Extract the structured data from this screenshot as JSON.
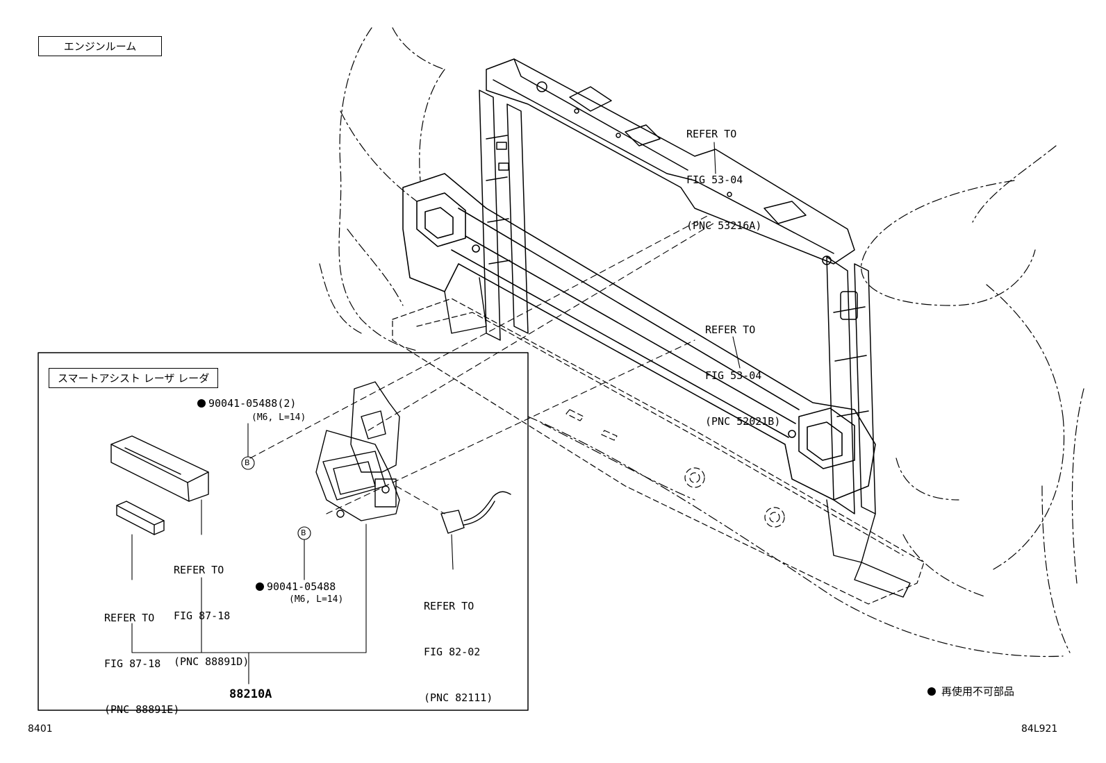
{
  "header": {
    "engine_room_label": "エンジンルーム"
  },
  "callouts": {
    "upper_support": [
      "REFER TO",
      "FIG 53-04",
      "(PNC 53216A)"
    ],
    "lower_reinforcement": [
      "REFER TO",
      "FIG 53-04",
      "(PNC 52021B)"
    ],
    "cover_upper": [
      "REFER TO",
      "FIG 87-18",
      "(PNC 88891D)"
    ],
    "cover_lower": [
      "REFER TO",
      "FIG 87-18",
      "(PNC 88891E)"
    ],
    "wire_connector": [
      "REFER TO",
      "FIG 82-02",
      "(PNC 82111)"
    ]
  },
  "inset": {
    "title": "スマートアシスト レーザ レーダ",
    "bolt_top": {
      "part": "90041-05488(2)",
      "spec": "(M6, L=14)"
    },
    "bolt_bottom": {
      "part": "90041-05488",
      "spec": "(M6, L=14)"
    },
    "marker": "B",
    "main_part": "88210A"
  },
  "legend": {
    "text": "再使用不可部品"
  },
  "footer": {
    "left_code": "8401",
    "right_code": "84L921"
  }
}
